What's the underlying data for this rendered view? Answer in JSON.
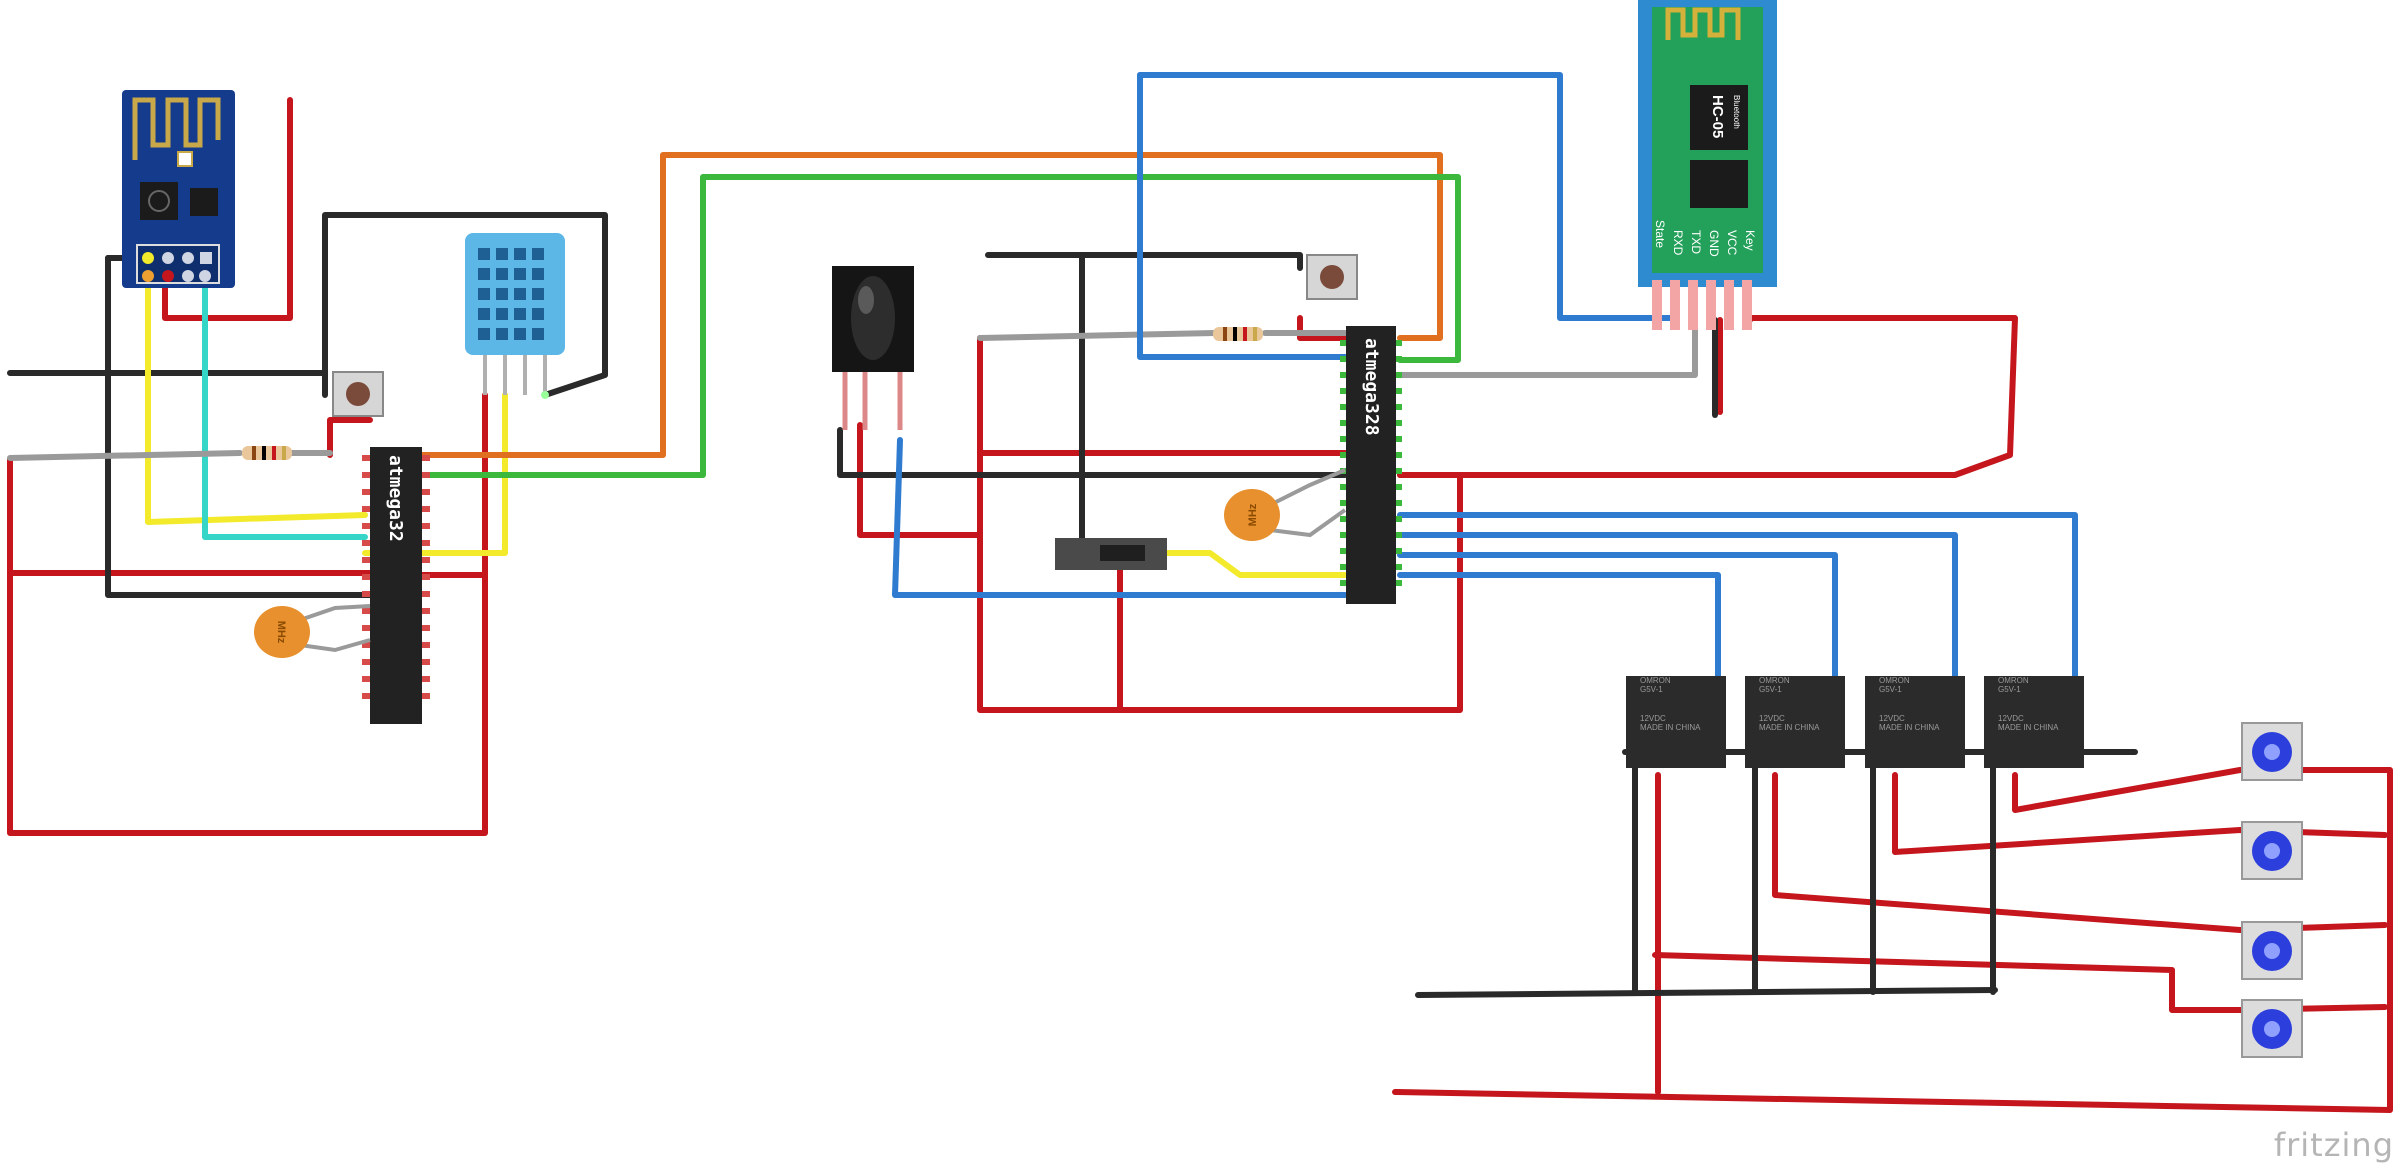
{
  "brand": "fritzing",
  "mcu_left": {
    "label": "atmega32"
  },
  "mcu_right": {
    "label": "atmega328"
  },
  "crystal_left": {
    "label": "MHz"
  },
  "crystal_right": {
    "label": "MHz"
  },
  "bluetooth": {
    "model": "HC-05",
    "sub": "Bluetooth",
    "pins": [
      "State",
      "RXD",
      "TXD",
      "GND",
      "VCC",
      "Key"
    ]
  },
  "relays": [
    {
      "brand": "OMRON",
      "model": "G5V-1",
      "rating": "12VDC",
      "origin": "MADE IN CHINA"
    },
    {
      "brand": "OMRON",
      "model": "G5V-1",
      "rating": "12VDC",
      "origin": "MADE IN CHINA"
    },
    {
      "brand": "OMRON",
      "model": "G5V-1",
      "rating": "12VDC",
      "origin": "MADE IN CHINA"
    },
    {
      "brand": "OMRON",
      "model": "G5V-1",
      "rating": "12VDC",
      "origin": "MADE IN CHINA"
    }
  ],
  "colors": {
    "red": "#c4161c",
    "black": "#2a2a2a",
    "blue": "#2e7bcf",
    "orange": "#e07020",
    "green": "#3cb83c",
    "yellow": "#f2ea2a",
    "cyan": "#35d6c8",
    "gray": "#9a9a9a",
    "pcb_blue": "#153c8c",
    "dht_blue": "#5cb6e6",
    "bt_green": "#23a05a"
  }
}
